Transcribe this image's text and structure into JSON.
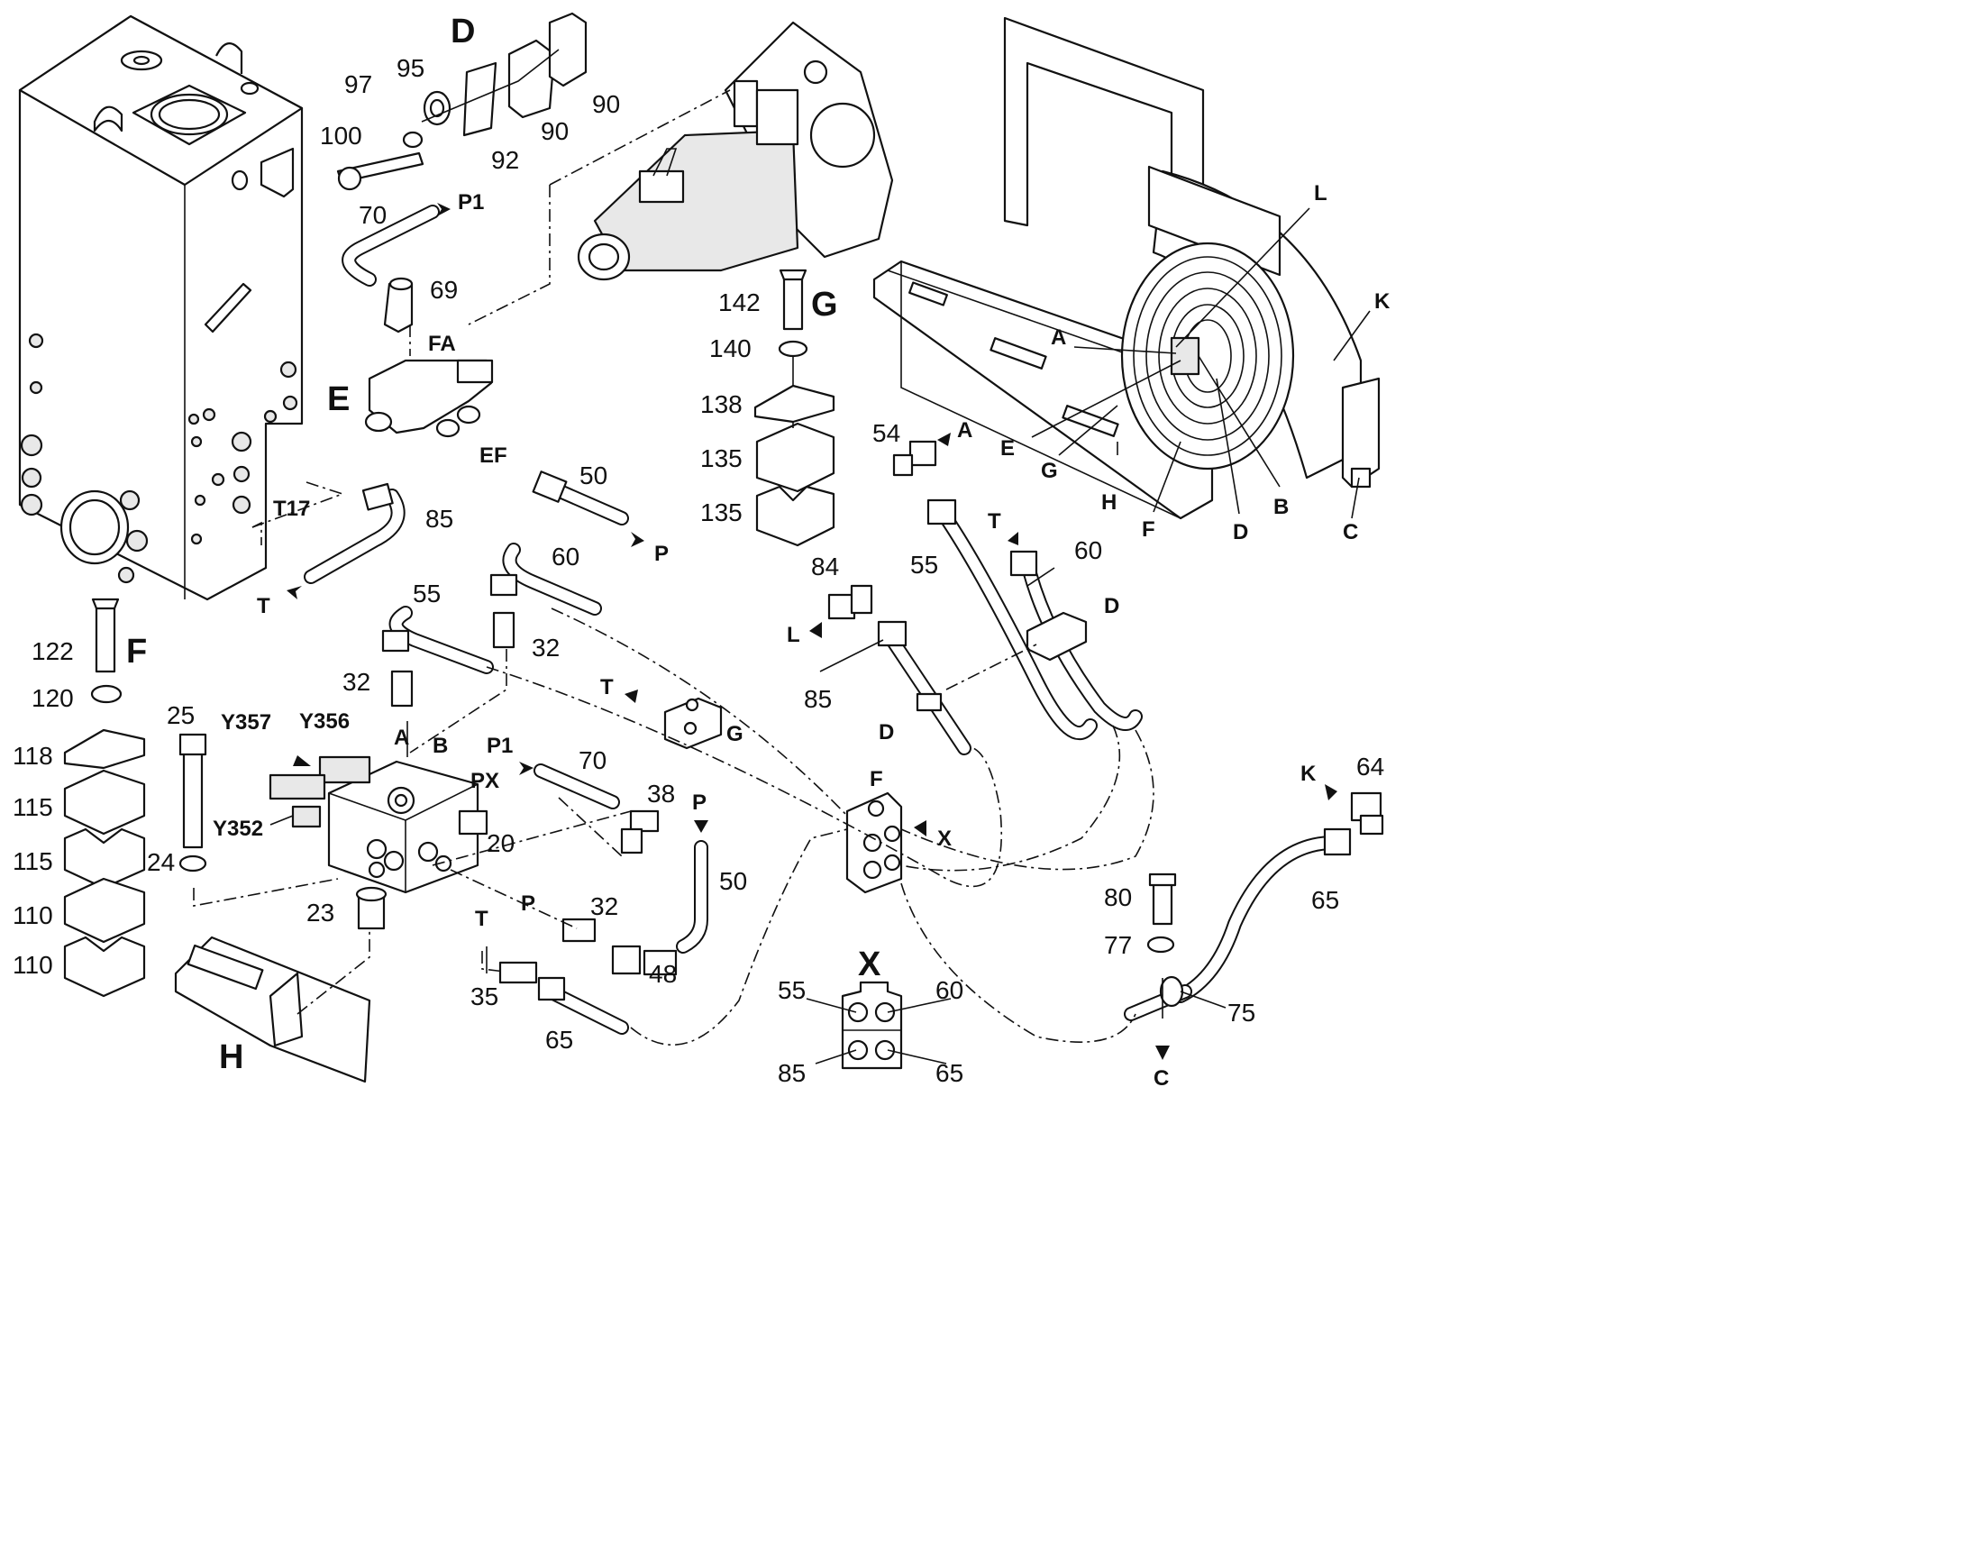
{
  "group_labels": {
    "D": "D",
    "G": "G",
    "E": "E",
    "F": "F",
    "H": "H",
    "X": "X"
  },
  "part_numbers": {
    "p100": "100",
    "p97": "97",
    "p95": "95",
    "p92": "92",
    "p90a": "90",
    "p90b": "90",
    "p70a": "70",
    "p69": "69",
    "p142": "142",
    "p140": "140",
    "p138": "138",
    "p135a": "135",
    "p135b": "135",
    "p50a": "50",
    "p85a": "85",
    "p54": "54",
    "p55a": "55",
    "p60a": "60",
    "p84": "84",
    "p85b": "85",
    "p60b": "60",
    "p55b": "55",
    "p32a": "32",
    "p32b": "32",
    "p122": "122",
    "p120": "120",
    "p118": "118",
    "p115a": "115",
    "p115b": "115",
    "p110a": "110",
    "p110b": "110",
    "p25": "25",
    "p24": "24",
    "p23": "23",
    "p20": "20",
    "p70b": "70",
    "p38": "38",
    "p50b": "50",
    "p32c": "32",
    "p48": "48",
    "p35": "35",
    "p65a": "65",
    "p64": "64",
    "p65b": "65",
    "p80": "80",
    "p77": "77",
    "p75": "75",
    "x55": "55",
    "x60": "60",
    "x85": "85",
    "x65": "65"
  },
  "port_labels": {
    "P1a": "P1",
    "FA": "FA",
    "EF": "EF",
    "Pa": "P",
    "T17": "T17",
    "Ta": "T",
    "Aa": "A",
    "Tb": "T",
    "Lp": "L",
    "Da": "D",
    "Db": "D",
    "Tc": "T",
    "Ab": "A",
    "Ba": "B",
    "P1b": "P1",
    "PX": "PX",
    "Xa": "X",
    "Pb": "P",
    "Pc": "P",
    "Td": "T",
    "Kp": "K",
    "Cp": "C",
    "cL": "L",
    "cA": "A",
    "cK": "K",
    "cE": "E",
    "cG": "G",
    "cH": "H",
    "cF": "F",
    "cD": "D",
    "cB": "B",
    "cC": "C"
  },
  "solenoids": {
    "Y357": "Y357",
    "Y356": "Y356",
    "Y352": "Y352"
  }
}
